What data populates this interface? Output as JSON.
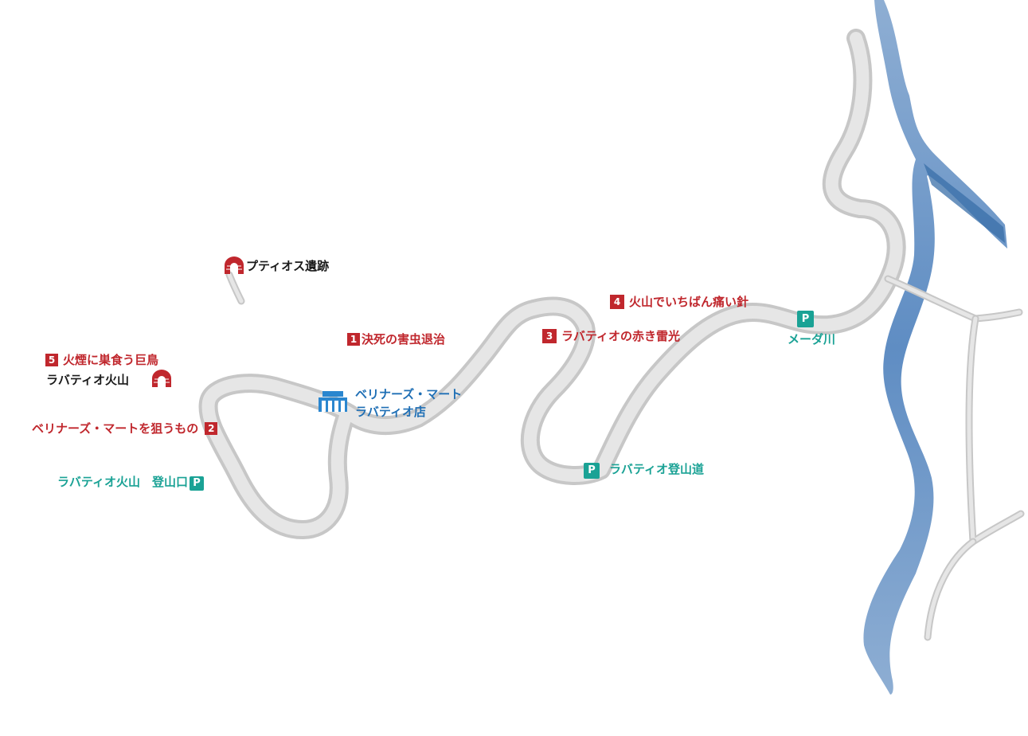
{
  "map": {
    "colors": {
      "road": "#d7d7d7",
      "river": "#6f97c6",
      "quest": "#c0272d",
      "parking": "#1aa295",
      "shop": "#1f6fb5",
      "ruin": "#c0272d"
    },
    "quests": [
      {
        "number": "1",
        "title": "決死の害虫退治"
      },
      {
        "number": "2",
        "title": "ベリナーズ・マートを狙うもの"
      },
      {
        "number": "3",
        "title": "ラバティオの赤き雷光"
      },
      {
        "number": "4",
        "title": "火山でいちばん痛い針"
      },
      {
        "number": "5",
        "title": "火煙に巣食う巨鳥"
      }
    ],
    "places": {
      "ruins": "プティオス遺跡",
      "volcano": "ラバティオ火山",
      "shop_line1": "ベリナーズ・マート",
      "shop_line2": "ラバティオ店",
      "trailhead": "ラバティオ火山　登山口",
      "mountain_road": "ラバティオ登山道",
      "river": "メーダ川"
    },
    "icons": {
      "parking": "P",
      "shop": "shop-icon",
      "ruin": "ruin-arch-icon"
    }
  }
}
